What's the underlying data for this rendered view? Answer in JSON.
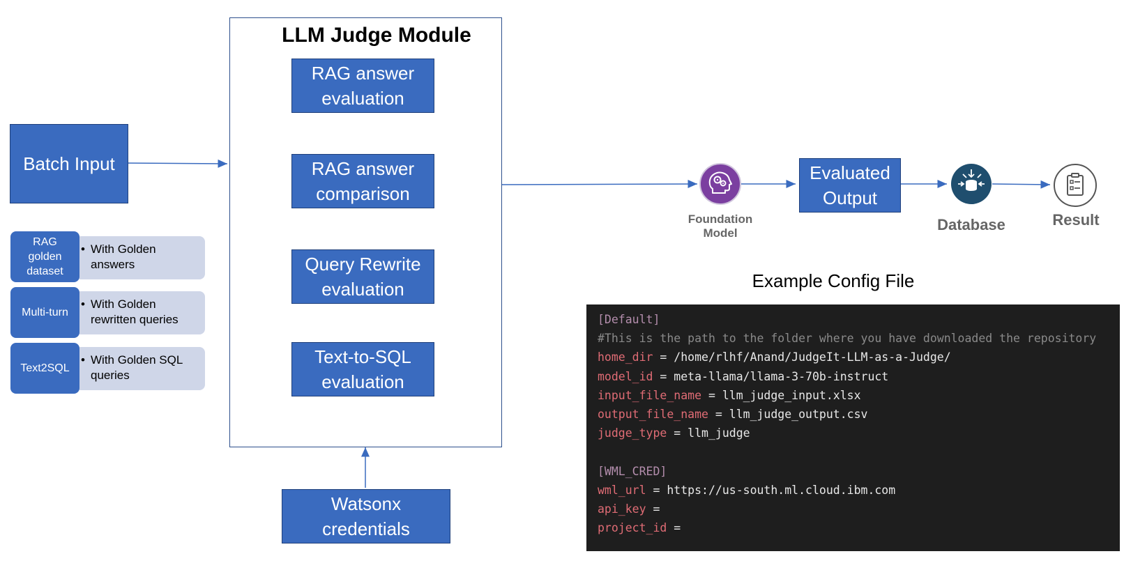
{
  "module": {
    "title": "LLM Judge Module",
    "evaluations": [
      "RAG answer evaluation",
      "RAG answer comparison",
      "Query Rewrite evaluation",
      "Text-to-SQL evaluation"
    ]
  },
  "batch_input": "Batch Input",
  "credentials": "Watsonx credentials",
  "input_types": [
    {
      "tab": "RAG golden dataset",
      "desc": "With Golden answers"
    },
    {
      "tab": "Multi-turn",
      "desc": "With Golden rewritten queries"
    },
    {
      "tab": "Text2SQL",
      "desc": "With Golden SQL queries"
    }
  ],
  "pipeline": {
    "foundation_model": "Foundation Model",
    "evaluated_output": "Evaluated Output",
    "database": "Database",
    "result": "Result"
  },
  "config": {
    "caption": "Example Config File",
    "lines": [
      {
        "type": "section",
        "text": "[Default]"
      },
      {
        "type": "comment",
        "text": "#This is the path to the folder where you have downloaded the repository"
      },
      {
        "type": "kv",
        "key": "home_dir",
        "value": "/home/rlhf/Anand/JudgeIt-LLM-as-a-Judge/"
      },
      {
        "type": "kv",
        "key": "model_id",
        "value": "meta-llama/llama-3-70b-instruct"
      },
      {
        "type": "kv",
        "key": "input_file_name",
        "value": "llm_judge_input.xlsx"
      },
      {
        "type": "kv",
        "key": "output_file_name",
        "value": "llm_judge_output.csv"
      },
      {
        "type": "kv",
        "key": "judge_type",
        "value": "llm_judge"
      },
      {
        "type": "blank",
        "text": ""
      },
      {
        "type": "section",
        "text": "[WML_CRED]"
      },
      {
        "type": "kv",
        "key": "wml_url",
        "value": "https://us-south.ml.cloud.ibm.com"
      },
      {
        "type": "kv",
        "key": "api_key",
        "value": ""
      },
      {
        "type": "kv",
        "key": "project_id",
        "value": ""
      }
    ]
  },
  "colors": {
    "box_blue": "#3a6bbf",
    "arrow": "#3a6bbf",
    "foundation_icon": "#7b3fa0",
    "database_icon": "#1f4e6e",
    "code_bg": "#1e1e1e",
    "code_key": "#e06c75",
    "code_section": "#b48ead"
  },
  "icons": {
    "foundation_model": "brain-gears-icon",
    "database": "database-icon",
    "result": "clipboard-checklist-icon"
  }
}
